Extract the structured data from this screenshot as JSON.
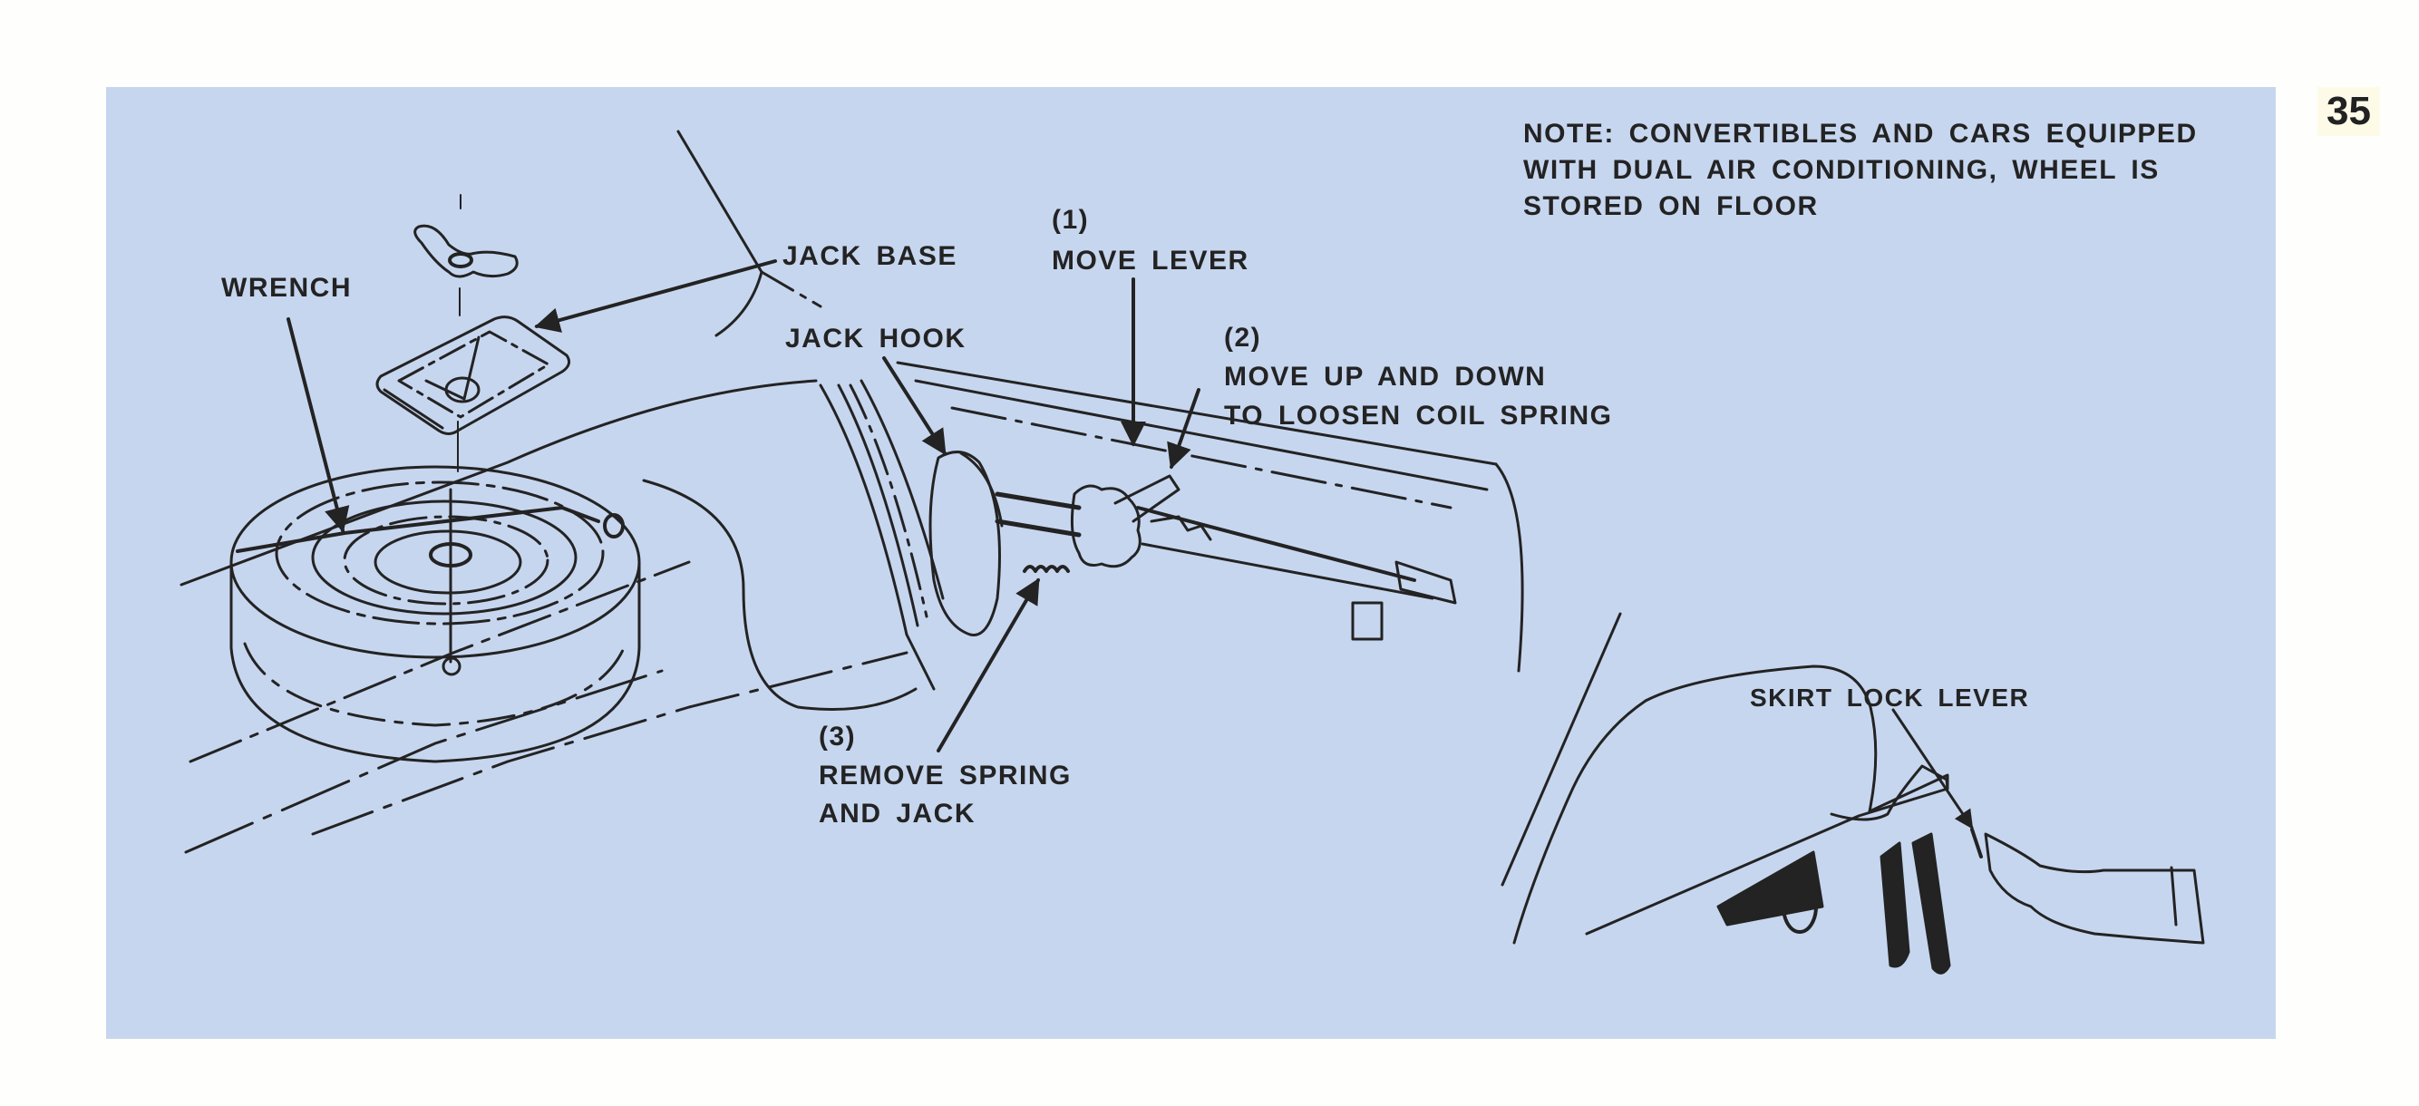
{
  "page": {
    "number": "35",
    "background_color": "#c7d6ef",
    "ink_color": "#232323"
  },
  "note": {
    "lines": [
      "NOTE: CONVERTIBLES AND CARS EQUIPPED",
      "WITH DUAL AIR CONDITIONING, WHEEL IS",
      "STORED ON FLOOR"
    ]
  },
  "labels": {
    "wrench": "WRENCH",
    "jack_base": "JACK BASE",
    "jack_hook": "JACK HOOK",
    "step1": {
      "number": "(1)",
      "text": "MOVE LEVER"
    },
    "step2": {
      "number": "(2)",
      "lines": [
        "MOVE UP AND DOWN",
        "TO LOOSEN COIL SPRING"
      ]
    },
    "step3": {
      "number": "(3)",
      "lines": [
        "REMOVE SPRING",
        "AND JACK"
      ]
    },
    "skirt_lock_lever": "SKIRT LOCK LEVER"
  },
  "figures": [
    {
      "id": "spare-tire-jack-stowage",
      "description": "Trunk view showing spare wheel, jack base, wing nut, wrench and jack mounted on fender well"
    },
    {
      "id": "fender-skirt-removal",
      "description": "Hand releasing fender skirt lock lever above rear wheel"
    }
  ]
}
